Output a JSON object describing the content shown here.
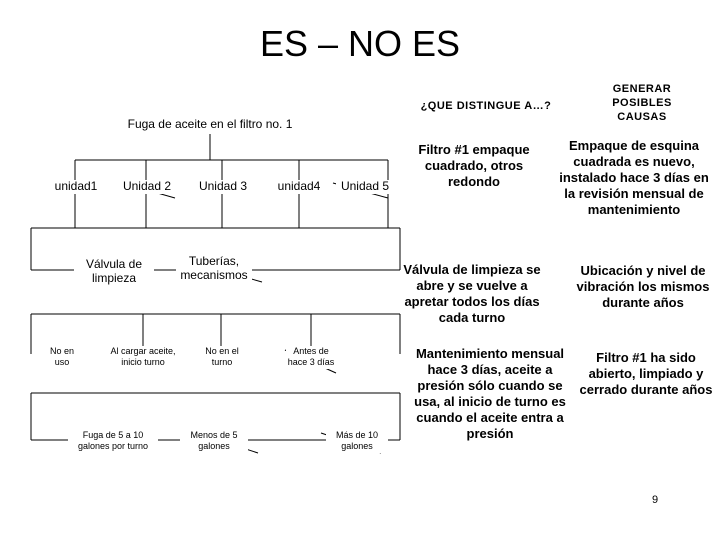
{
  "slide": {
    "title": "ES – NO ES",
    "page_number": "9"
  },
  "tree": {
    "root": "Fuga de aceite en el filtro no. 1",
    "units": [
      "unidad1",
      "Unidad 2",
      "Unidad 3",
      "unidad4",
      "Unidad 5"
    ],
    "level2": [
      "Válvula de limpieza",
      "Tuberías, mecanismos"
    ],
    "level3": [
      "No en uso",
      "Al cargar aceite, inicio turno",
      "No en el turno",
      "Antes de hace 3 días"
    ],
    "level4": [
      "Fuga de 5 a 10 galones por turno",
      "Menos de 5 galones",
      "Más de 10 galones"
    ]
  },
  "headers": {
    "distinguish": "¿QUE DISTINGUE A…?",
    "causes": "GENERAR POSIBLES CAUSAS"
  },
  "distinctions": [
    "Filtro #1 empaque cuadrado, otros redondo",
    "Válvula de limpieza se abre y se vuelve a apretar todos los días cada turno",
    "Mantenimiento mensual hace 3 días, aceite a presión sólo cuando se usa, al inicio de turno es cuando el aceite entra a presión"
  ],
  "causes": [
    "Empaque de esquina cuadrada es nuevo, instalado hace 3 días en la revisión mensual de mantenimiento",
    "Ubicación y nivel de vibración los mismos durante años",
    "Filtro #1 ha sido abierto, limpiado y cerrado durante años"
  ]
}
